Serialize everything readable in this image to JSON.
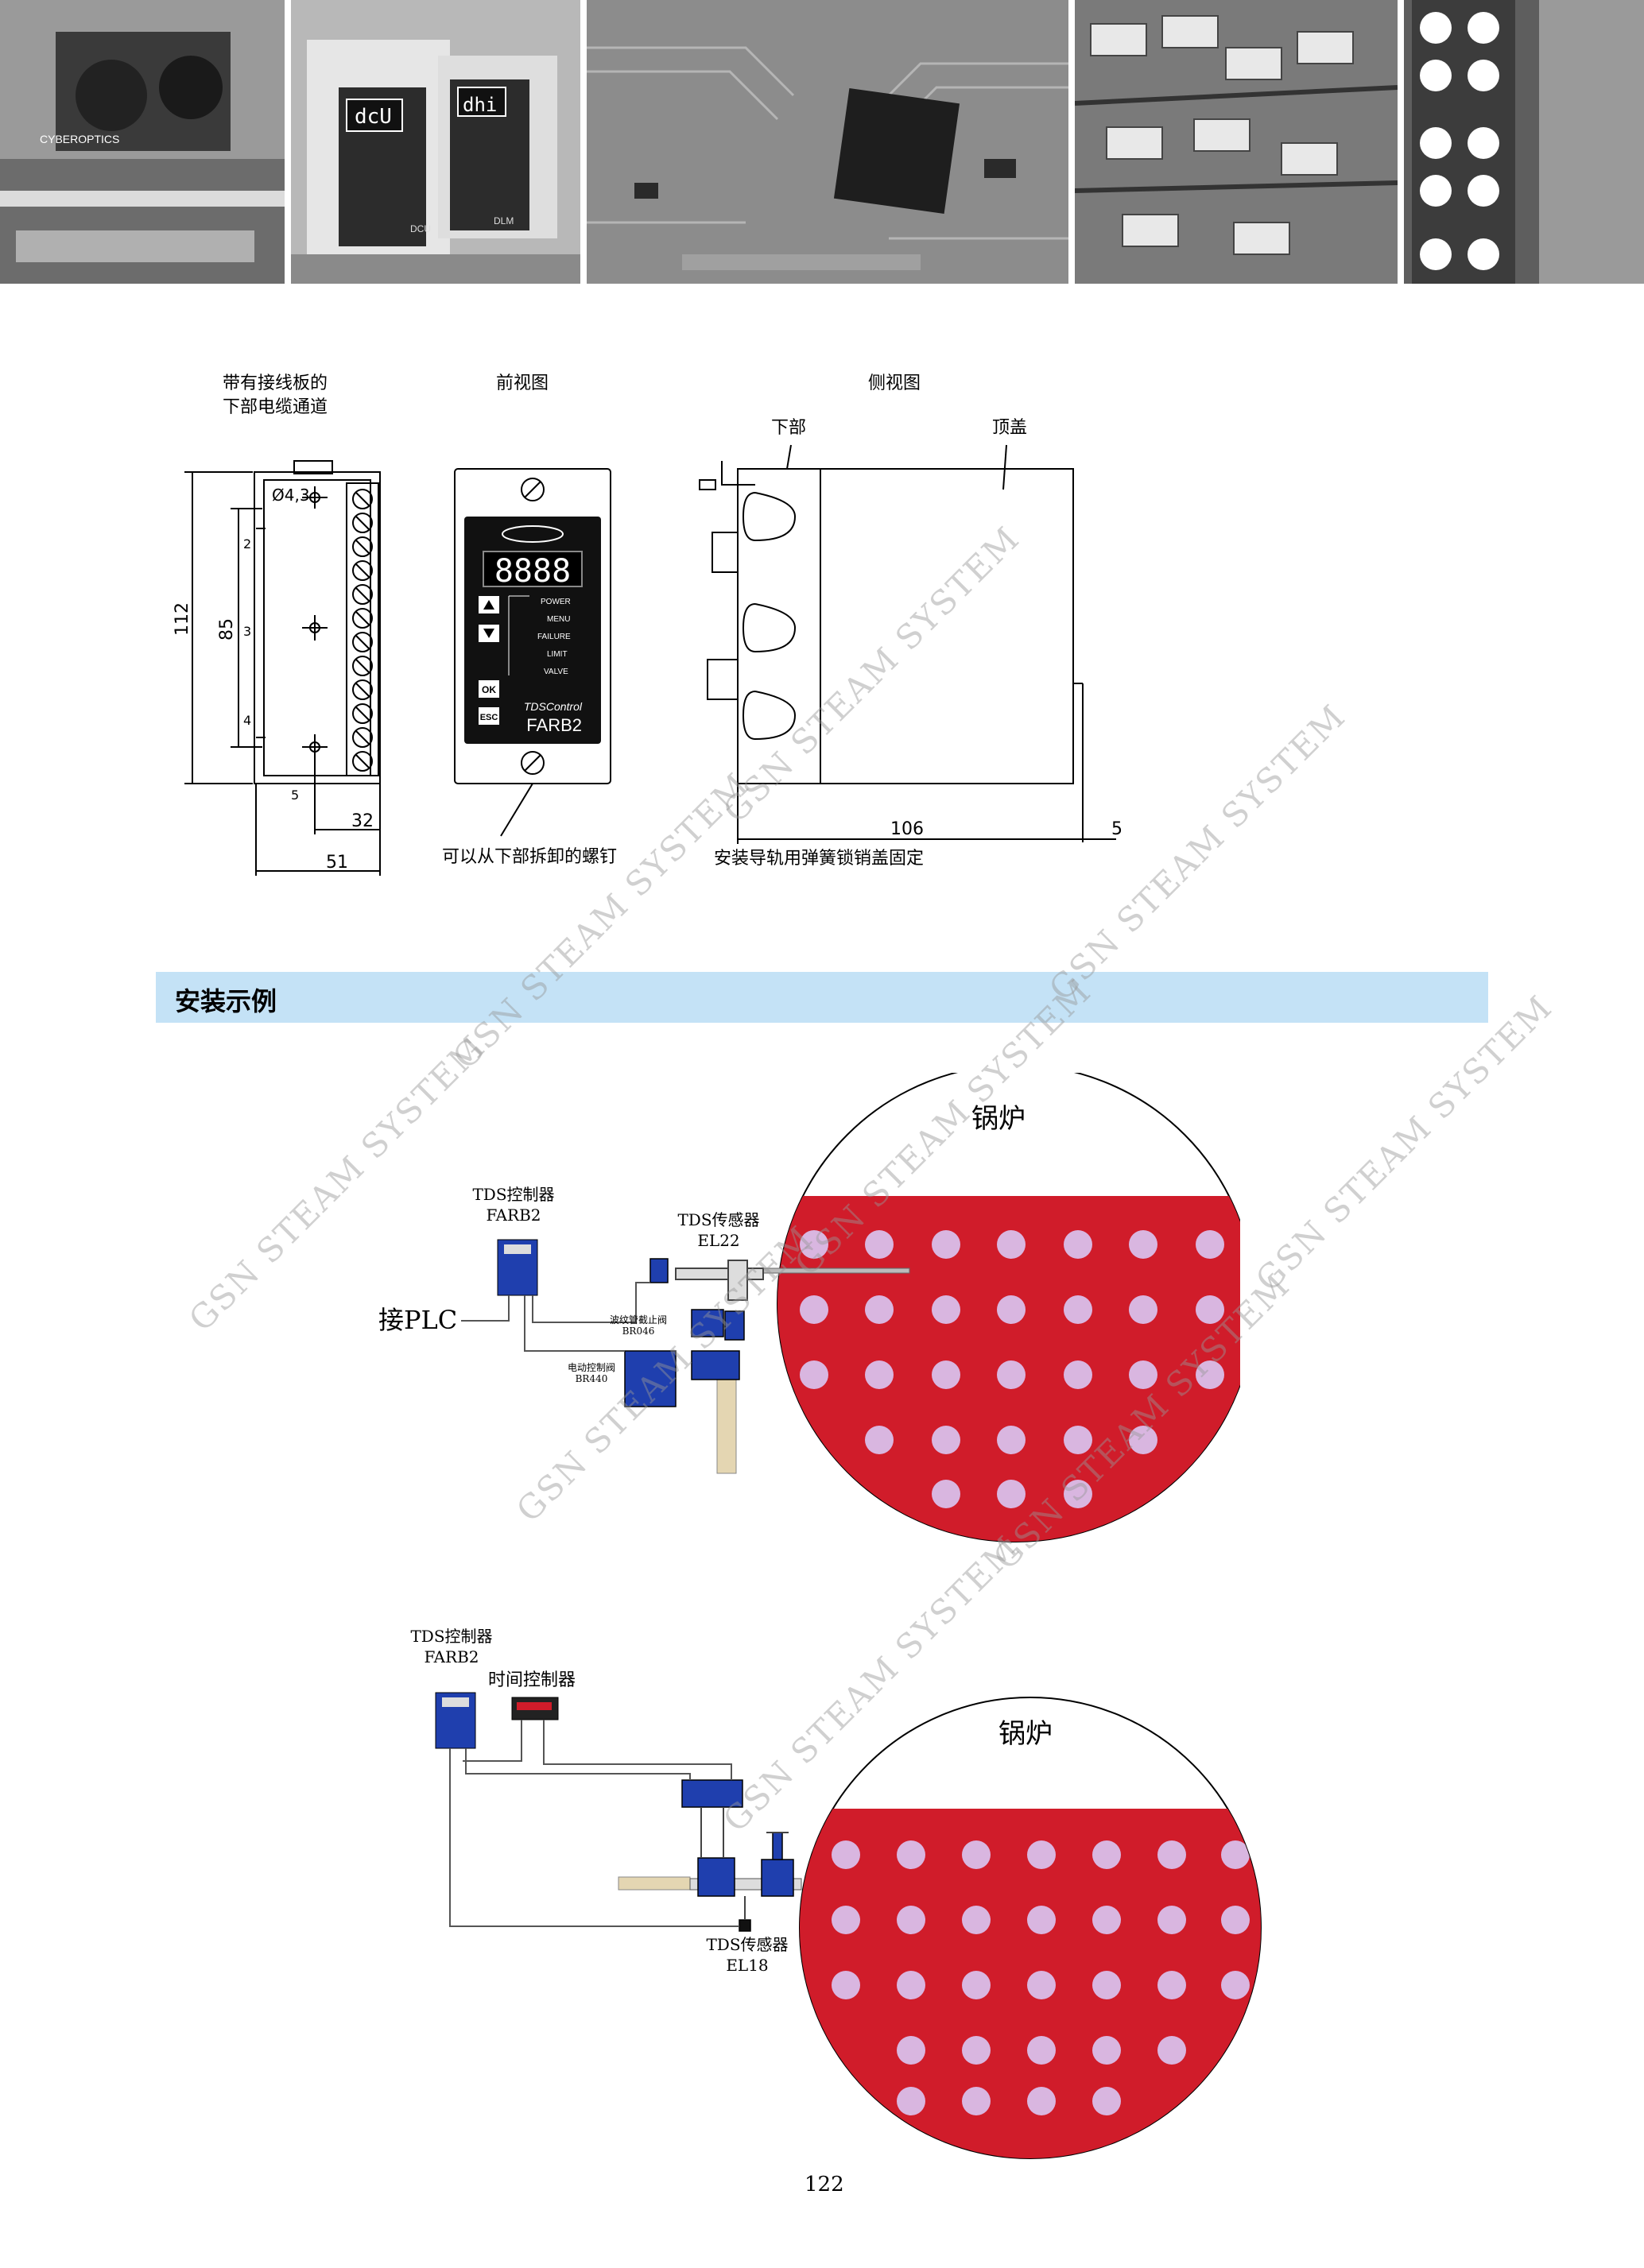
{
  "header_photos": {
    "photo1_text": "CYBEROPTICS",
    "photo2_labels": [
      "dcU",
      "dhi",
      "DCU",
      "DLM"
    ]
  },
  "drawing": {
    "label_cable_channel_line1": "带有接线板的",
    "label_cable_channel_line2": "下部电缆通道",
    "label_front_view": "前视图",
    "label_side_view": "侧视图",
    "label_bottom": "下部",
    "label_top_cover": "顶盖",
    "label_screw": "可以从下部拆卸的螺钉",
    "label_rail": "安装导轨用弹簧锁销盖固定",
    "hole_dim": "Ø4,3",
    "dims": {
      "h112": "112",
      "h85": "85",
      "w32": "32",
      "w51": "51",
      "w106": "106",
      "w5": "5",
      "n2": "2",
      "n3": "3",
      "n4": "4",
      "n5": "5"
    },
    "device": {
      "display": "8888",
      "leds": [
        "POWER",
        "MENU",
        "FAILURE",
        "LIMIT",
        "VALVE"
      ],
      "ok": "OK",
      "esc": "ESC",
      "brand_line": "TDSControl",
      "model": "FARB2"
    }
  },
  "section": {
    "title": "安装示例"
  },
  "example1": {
    "boiler": "锅炉",
    "controller_line1": "TDS控制器",
    "controller_line2": "FARB2",
    "sensor_line1": "TDS传感器",
    "sensor_line2": "EL22",
    "plc": "接PLC",
    "valve1_line1": "波纹管截止阀",
    "valve1_line2": "BR046",
    "valve2_line1": "电动控制阀",
    "valve2_line2": "BR440"
  },
  "example2": {
    "boiler": "锅炉",
    "controller_line1": "TDS控制器",
    "controller_line2": "FARB2",
    "timer": "时间控制器",
    "sensor_line1": "TDS传感器",
    "sensor_line2": "EL18"
  },
  "watermark": "GSN STEAM SYSTEM",
  "page_number": "122",
  "colors": {
    "boiler_red": "#d01c2a",
    "section_blue": "#c4e2f6",
    "valve_blue": "#1f3fae"
  }
}
